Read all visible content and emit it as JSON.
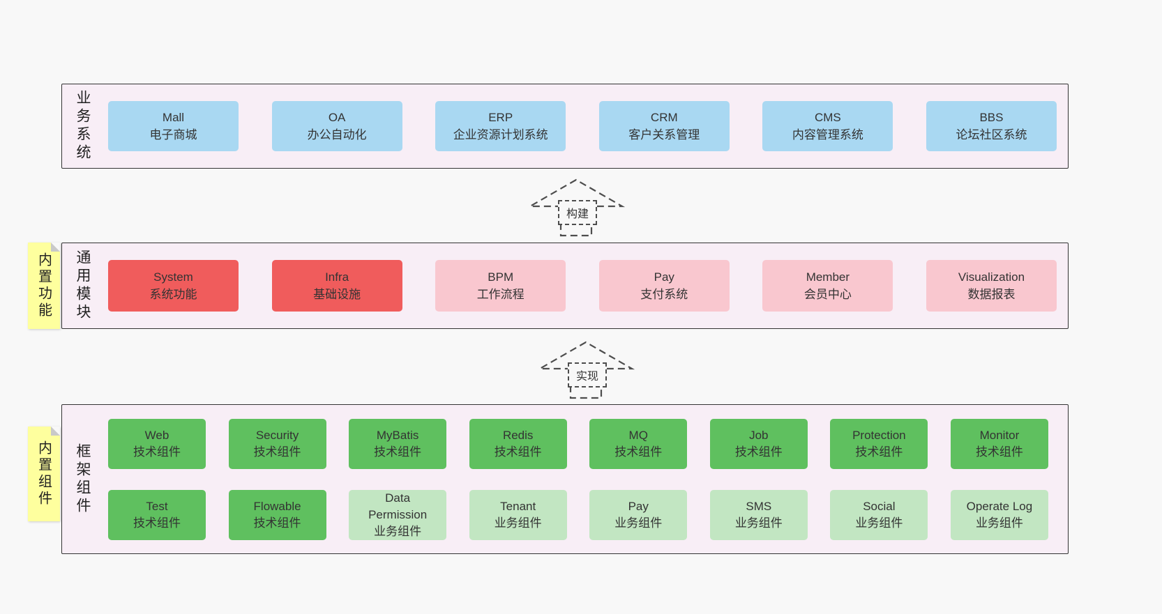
{
  "sections": {
    "business": {
      "label": "业务系统",
      "items": [
        {
          "name": "Mall",
          "desc": "电子商城"
        },
        {
          "name": "OA",
          "desc": "办公自动化"
        },
        {
          "name": "ERP",
          "desc": "企业资源计划系统"
        },
        {
          "name": "CRM",
          "desc": "客户关系管理"
        },
        {
          "name": "CMS",
          "desc": "内容管理系统"
        },
        {
          "name": "BBS",
          "desc": "论坛社区系统"
        }
      ]
    },
    "modules": {
      "label": "通用模块",
      "items": [
        {
          "name": "System",
          "desc": "系统功能"
        },
        {
          "name": "Infra",
          "desc": "基础设施"
        },
        {
          "name": "BPM",
          "desc": "工作流程"
        },
        {
          "name": "Pay",
          "desc": "支付系统"
        },
        {
          "name": "Member",
          "desc": "会员中心"
        },
        {
          "name": "Visualization",
          "desc": "数据报表"
        }
      ]
    },
    "framework": {
      "label": "框架组件",
      "rows": [
        [
          {
            "name": "Web",
            "desc": "技术组件"
          },
          {
            "name": "Security",
            "desc": "技术组件"
          },
          {
            "name": "MyBatis",
            "desc": "技术组件"
          },
          {
            "name": "Redis",
            "desc": "技术组件"
          },
          {
            "name": "MQ",
            "desc": "技术组件"
          },
          {
            "name": "Job",
            "desc": "技术组件"
          },
          {
            "name": "Protection",
            "desc": "技术组件"
          },
          {
            "name": "Monitor",
            "desc": "技术组件"
          }
        ],
        [
          {
            "name": "Test",
            "desc": "技术组件"
          },
          {
            "name": "Flowable",
            "desc": "技术组件"
          },
          {
            "name": "Data Permission",
            "desc": "业务组件"
          },
          {
            "name": "Tenant",
            "desc": "业务组件"
          },
          {
            "name": "Pay",
            "desc": "业务组件"
          },
          {
            "name": "SMS",
            "desc": "业务组件"
          },
          {
            "name": "Social",
            "desc": "业务组件"
          },
          {
            "name": "Operate Log",
            "desc": "业务组件"
          }
        ]
      ]
    }
  },
  "arrows": [
    {
      "label": "构建"
    },
    {
      "label": "实现"
    }
  ],
  "stickies": [
    {
      "label": "内置功能"
    },
    {
      "label": "内置组件"
    }
  ],
  "palette": {
    "page_bg": "#f8f8f8",
    "panel_bg": "#f8eef6",
    "panel_border": "#333333",
    "blue": "#a9d8f2",
    "red": "#f05c5c",
    "pink": "#f9c7cf",
    "green": "#5fc05f",
    "green_light": "#c2e6c2",
    "sticky_yellow": "#feff9e"
  }
}
